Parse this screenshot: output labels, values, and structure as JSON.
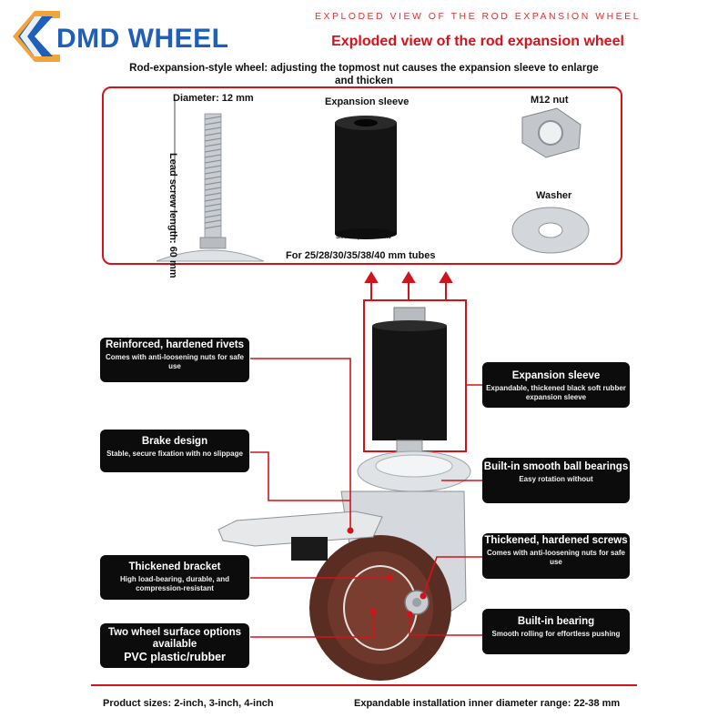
{
  "header": {
    "brand": "DMD WHEEL",
    "subtitle": "EXPLODED VIEW OF THE ROD EXPANSION WHEEL",
    "title": "Exploded view of the rod expansion wheel",
    "intro": "Rod-expansion-style wheel: adjusting the topmost nut causes the expansion sleeve to enlarge and thicken"
  },
  "parts": {
    "diameter": "Diameter: 12 mm",
    "lead_screw": "Lead screw length: 60 mm",
    "expansion_sleeve": "Expansion sleeve",
    "nut": "M12 nut",
    "washer": "Washer",
    "sleeve_spec": "Sleeve specifications",
    "tubes": "For 25/28/30/35/38/40 mm tubes"
  },
  "callouts": {
    "rivets": {
      "title": "Reinforced, hardened rivets",
      "desc": "Comes with anti-loosening nuts for safe use"
    },
    "brake": {
      "title": "Brake design",
      "desc": "Stable, secure fixation with no slippage"
    },
    "bracket": {
      "title": "Thickened bracket",
      "desc": "High load-bearing, durable, and compression-resistant"
    },
    "surface": {
      "title": "Two wheel surface options available",
      "big": "PVC plastic/rubber"
    },
    "sleeve": {
      "title": "Expansion sleeve",
      "desc": "Expandable, thickened black soft rubber expansion sleeve"
    },
    "ball_bearings": {
      "title": "Built-in smooth ball bearings",
      "desc": "Easy rotation without"
    },
    "screws": {
      "title": "Thickened, hardened screws",
      "desc": "Comes with anti-loosening nuts for safe use"
    },
    "bearing": {
      "title": "Built-in bearing",
      "desc": "Smooth rolling for effortless pushing"
    }
  },
  "footer": {
    "sizes": "Product sizes: 2-inch, 3-inch, 4-inch",
    "range": "Expandable installation inner diameter range: 22-38 mm"
  },
  "colors": {
    "accent": "#d1141b",
    "brand_blue": "#1f5fb8",
    "callout_bg": "#0c0c0c"
  }
}
